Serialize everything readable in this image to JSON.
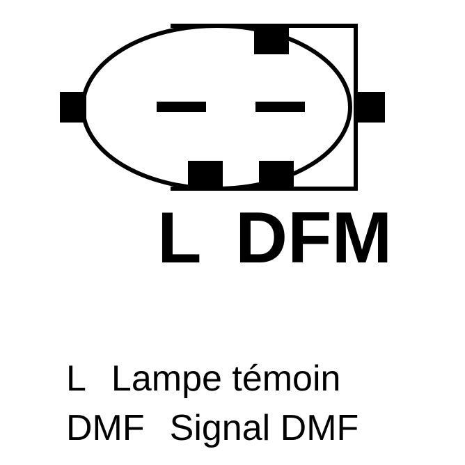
{
  "connector": {
    "pin_labels": [
      "L",
      "DFM"
    ]
  },
  "legend": [
    {
      "code": "L",
      "description": "Lampe témoin"
    },
    {
      "code": "DMF",
      "description": "Signal DMF"
    }
  ],
  "colors": {
    "ink": "#000000",
    "background": "#ffffff"
  }
}
